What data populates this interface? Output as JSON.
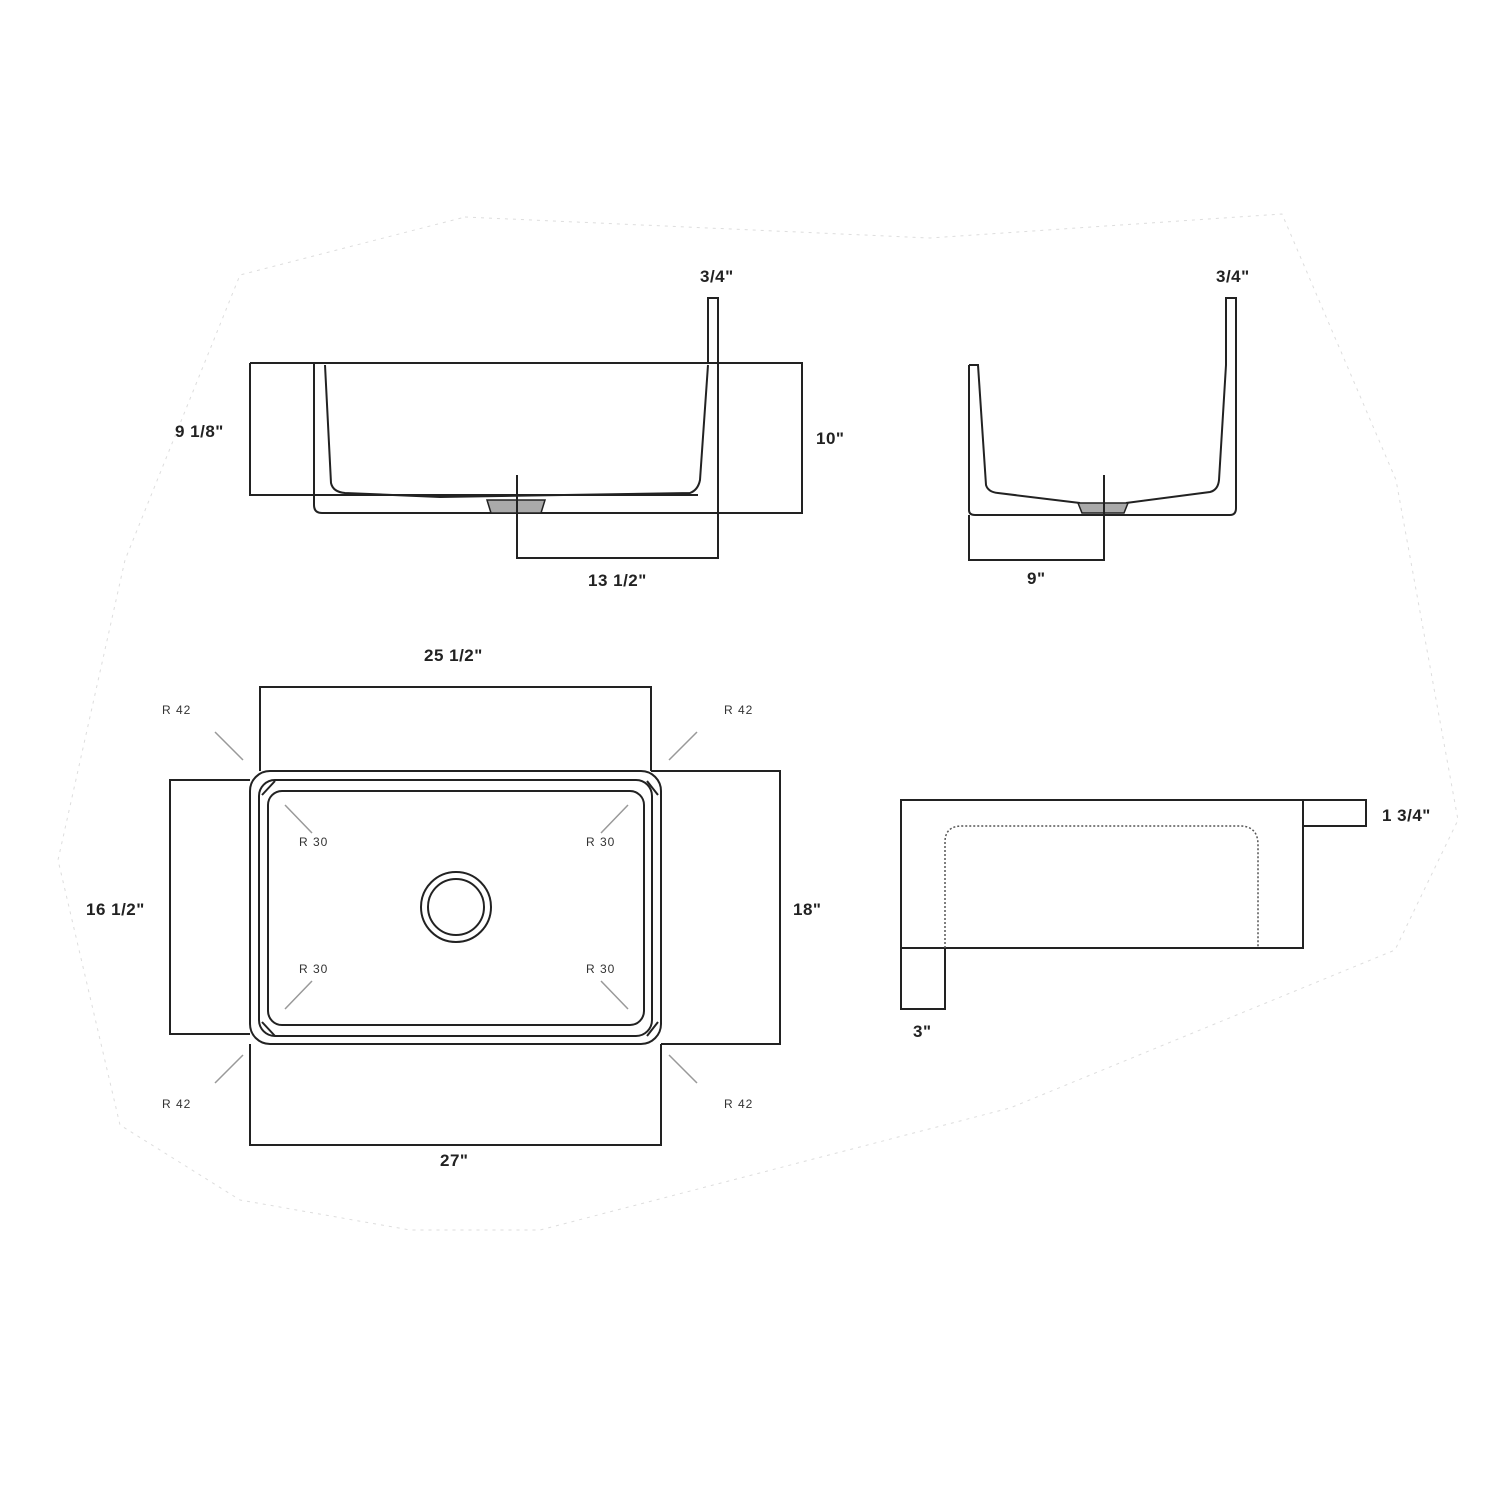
{
  "front_view": {
    "lip": "3/4\"",
    "inner_depth": "9 1/8\"",
    "height": "10\"",
    "drain_offset": "13 1/2\""
  },
  "side_view": {
    "lip": "3/4\"",
    "drain_offset": "9\""
  },
  "plan_view": {
    "inner_width": "25 1/2\"",
    "outer_width": "27\"",
    "inner_depth": "16 1/2\"",
    "outer_depth": "18\"",
    "outer_radius": "R 42",
    "inner_radius": "R 30"
  },
  "apron_view": {
    "apron_height": "1 3/4\"",
    "apron_thickness": "3\""
  },
  "colors": {
    "line": "#222222",
    "leader": "#999999"
  }
}
